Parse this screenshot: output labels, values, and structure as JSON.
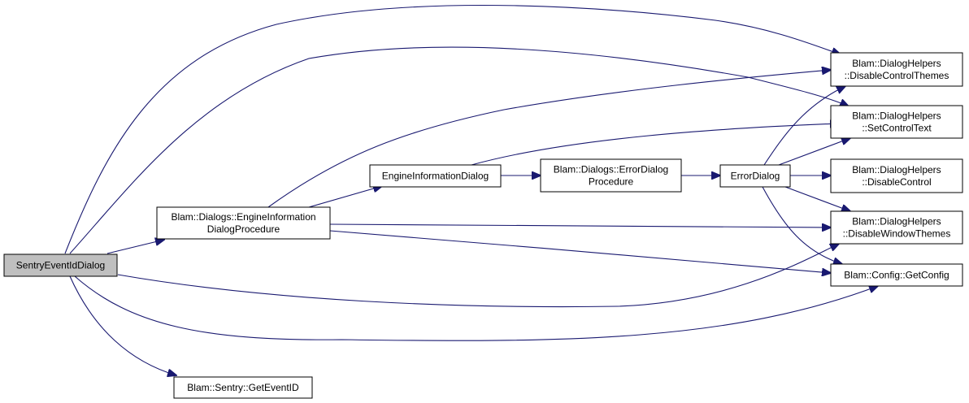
{
  "graph": {
    "nodes": {
      "sentry_event_id_dialog": {
        "lines": [
          "SentryEventIdDialog"
        ]
      },
      "engine_info_dialog_procedure": {
        "lines": [
          "Blam::Dialogs::EngineInformation",
          "DialogProcedure"
        ]
      },
      "get_event_id": {
        "lines": [
          "Blam::Sentry::GetEventID"
        ]
      },
      "engine_information_dialog": {
        "lines": [
          "EngineInformationDialog"
        ]
      },
      "error_dialog_procedure": {
        "lines": [
          "Blam::Dialogs::ErrorDialog",
          "Procedure"
        ]
      },
      "error_dialog": {
        "lines": [
          "ErrorDialog"
        ]
      },
      "disable_control_themes": {
        "lines": [
          "Blam::DialogHelpers",
          "::DisableControlThemes"
        ]
      },
      "set_control_text": {
        "lines": [
          "Blam::DialogHelpers",
          "::SetControlText"
        ]
      },
      "disable_control": {
        "lines": [
          "Blam::DialogHelpers",
          "::DisableControl"
        ]
      },
      "disable_window_themes": {
        "lines": [
          "Blam::DialogHelpers",
          "::DisableWindowThemes"
        ]
      },
      "get_config": {
        "lines": [
          "Blam::Config::GetConfig"
        ]
      }
    },
    "edges": [
      [
        "sentry_event_id_dialog",
        "engine_info_dialog_procedure"
      ],
      [
        "sentry_event_id_dialog",
        "get_event_id"
      ],
      [
        "sentry_event_id_dialog",
        "disable_control_themes"
      ],
      [
        "sentry_event_id_dialog",
        "set_control_text"
      ],
      [
        "sentry_event_id_dialog",
        "disable_window_themes"
      ],
      [
        "sentry_event_id_dialog",
        "get_config"
      ],
      [
        "engine_info_dialog_procedure",
        "engine_information_dialog"
      ],
      [
        "engine_info_dialog_procedure",
        "disable_control_themes"
      ],
      [
        "engine_info_dialog_procedure",
        "disable_window_themes"
      ],
      [
        "engine_info_dialog_procedure",
        "get_config"
      ],
      [
        "engine_information_dialog",
        "error_dialog_procedure"
      ],
      [
        "engine_information_dialog",
        "set_control_text"
      ],
      [
        "error_dialog_procedure",
        "error_dialog"
      ],
      [
        "error_dialog",
        "disable_control_themes"
      ],
      [
        "error_dialog",
        "set_control_text"
      ],
      [
        "error_dialog",
        "disable_control"
      ],
      [
        "error_dialog",
        "disable_window_themes"
      ],
      [
        "error_dialog",
        "get_config"
      ]
    ],
    "colors": {
      "edge": "#191970",
      "node_border": "#000000",
      "root_fill": "#bfbfbf",
      "node_fill": "#ffffff"
    }
  }
}
